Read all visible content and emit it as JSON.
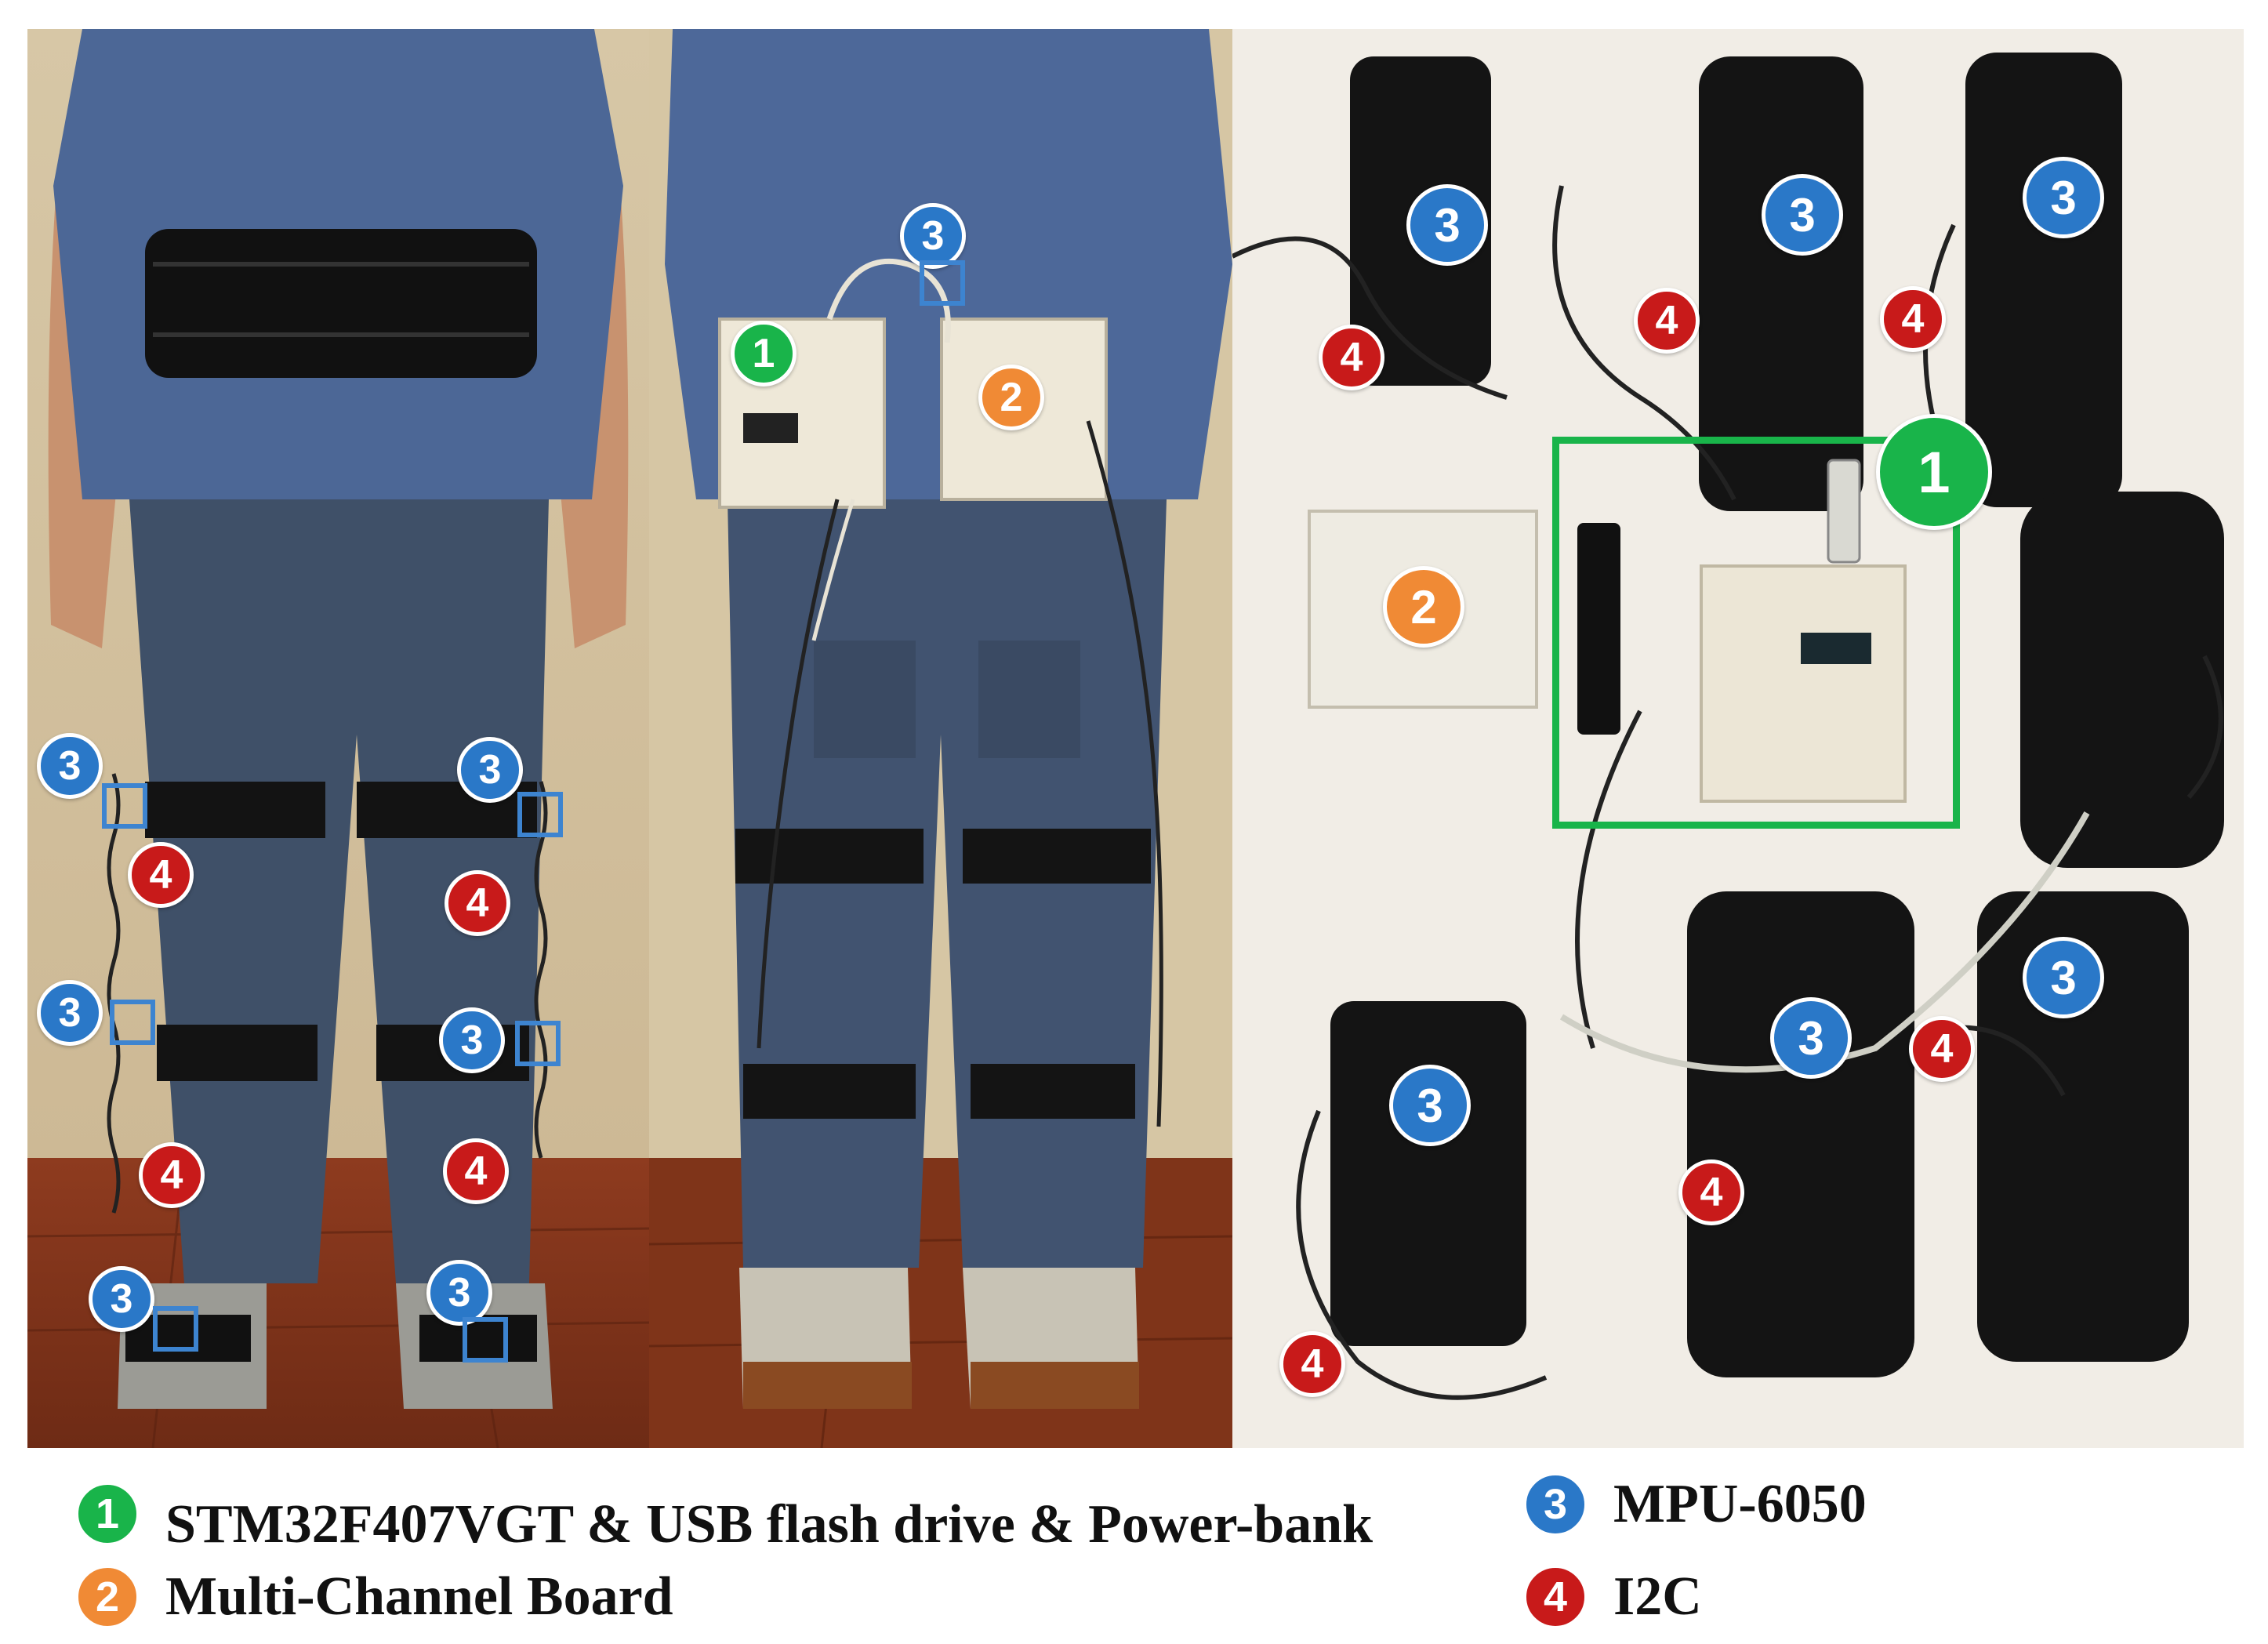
{
  "colors": {
    "green": "#19b44a",
    "orange": "#f08a35",
    "blue": "#2a78c8",
    "red": "#c81a1a",
    "sensor_box": "#3d84d0"
  },
  "markers": {
    "one": "1",
    "two": "2",
    "three": "3",
    "four": "4"
  },
  "legend": [
    {
      "num": "1",
      "label": "STM32F407VGT & USB flash drive & Power-bank",
      "color": "green"
    },
    {
      "num": "2",
      "label": "Multi-Channel Board",
      "color": "orange"
    },
    {
      "num": "3",
      "label": "MPU-6050",
      "color": "blue"
    },
    {
      "num": "4",
      "label": "I2C",
      "color": "red"
    }
  ]
}
